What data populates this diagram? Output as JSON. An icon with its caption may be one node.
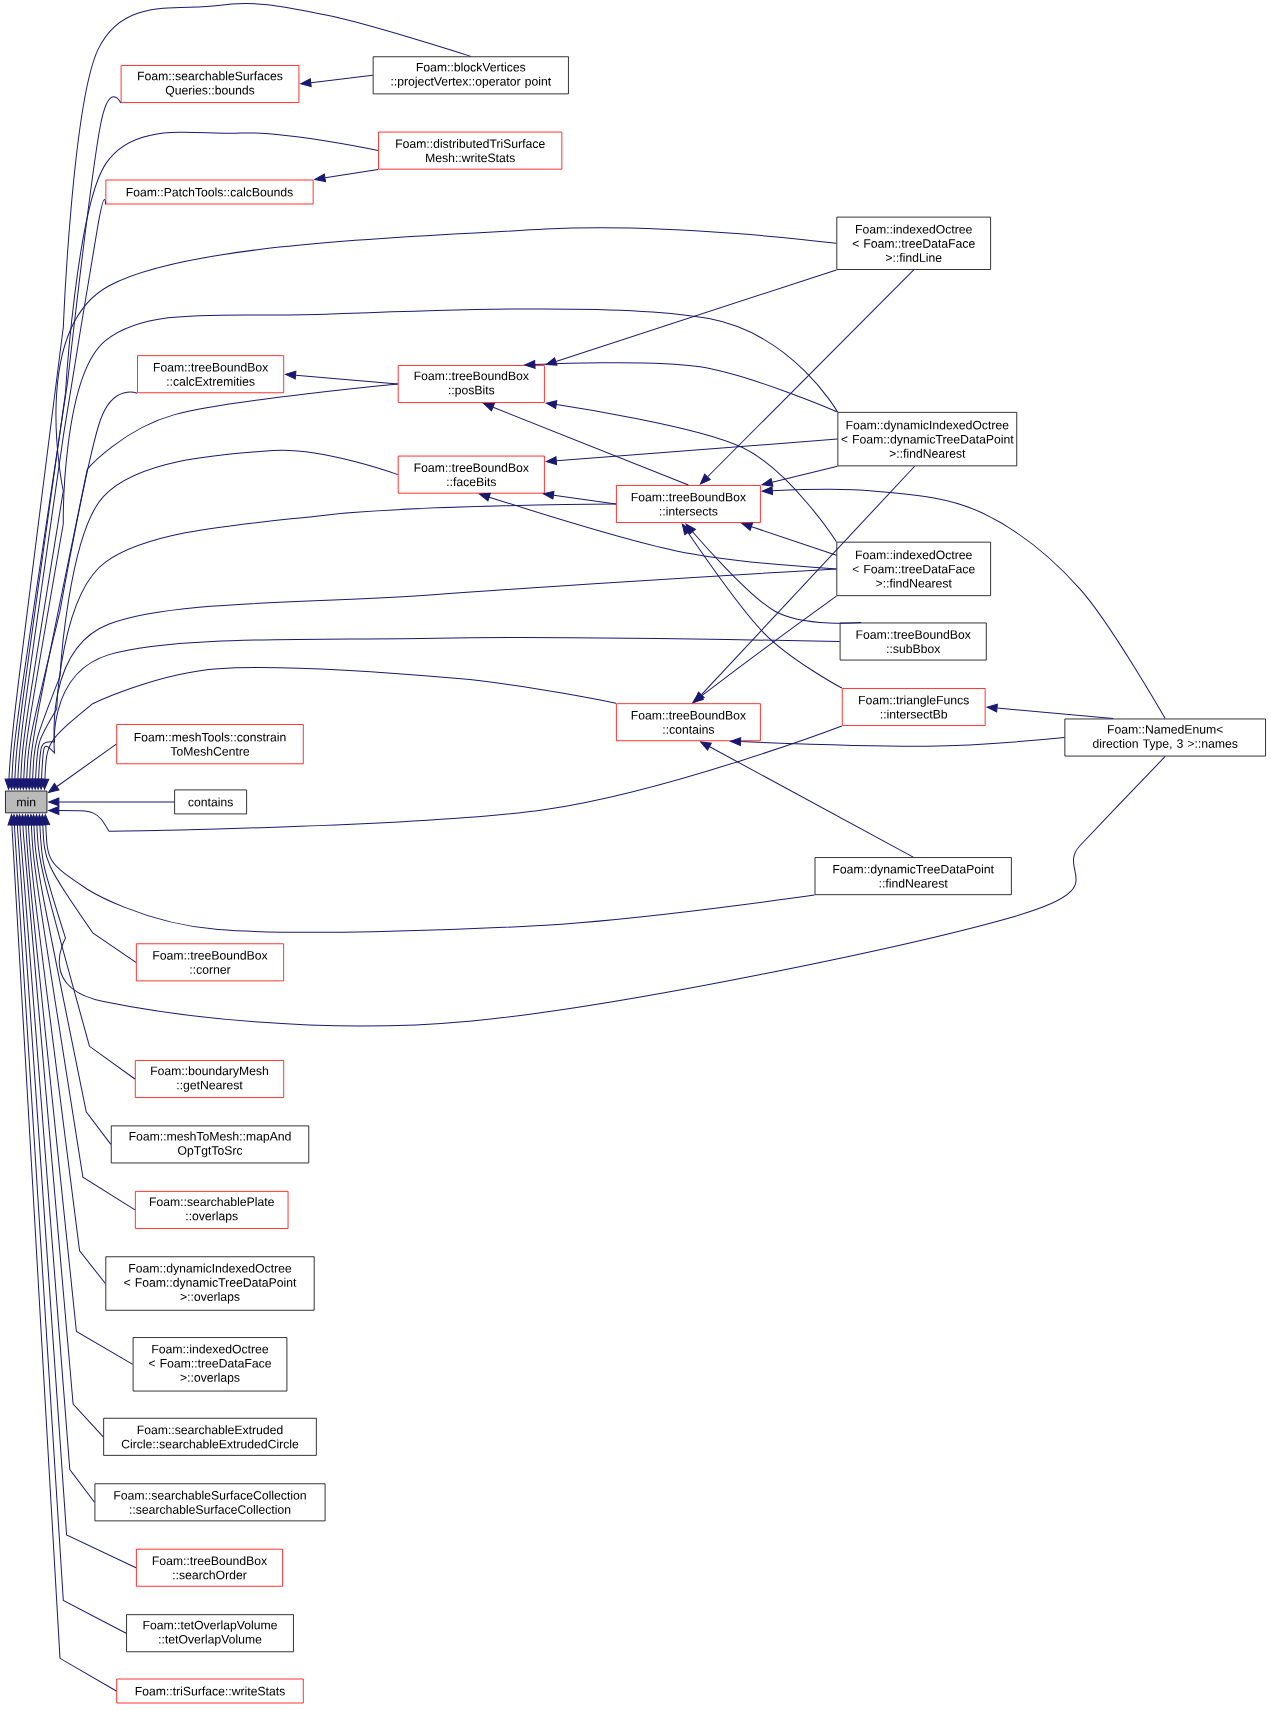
{
  "diagram": {
    "nodes": [
      {
        "text": [
          "min"
        ]
      },
      {
        "text": [
          "Foam::searchableSurfaces Queries::bounds"
        ]
      },
      {
        "text": [
          "Foam::blockVertices ::projectVertex::operator point"
        ]
      },
      {
        "text": [
          "Foam::distributedTriSurface Mesh::writeStats"
        ]
      },
      {
        "text": [
          "Foam::PatchTools::calcBounds"
        ]
      },
      {
        "text": [
          "Foam::indexedOctree < Foam::treeDataFace >::findLine"
        ]
      },
      {
        "text": [
          "Foam::treeBoundBox ::calcExtremities"
        ]
      },
      {
        "text": [
          "Foam::treeBoundBox ::posBits"
        ]
      },
      {
        "text": [
          "Foam::dynamicIndexedOctree < Foam::dynamicTreeDataPoint >::findNearest"
        ]
      },
      {
        "text": [
          "Foam::treeBoundBox ::faceBits"
        ]
      },
      {
        "text": [
          "Foam::treeBoundBox ::intersects"
        ]
      },
      {
        "text": [
          "Foam::indexedOctree < Foam::treeDataFace >::findNearest"
        ]
      },
      {
        "text": [
          "Foam::treeBoundBox ::subBbox"
        ]
      },
      {
        "text": [
          "Foam::treeBoundBox ::contains"
        ]
      },
      {
        "text": [
          "Foam::triangleFuncs ::intersectBb"
        ]
      },
      {
        "text": [
          "Foam::NamedEnum< direction Type, 3 >::names"
        ]
      },
      {
        "text": [
          "Foam::meshTools::constrain ToMeshCentre"
        ]
      },
      {
        "text": [
          "contains"
        ]
      },
      {
        "text": [
          "Foam::dynamicTreeDataPoint ::findNearest"
        ]
      },
      {
        "text": [
          "Foam::treeBoundBox ::corner"
        ]
      },
      {
        "text": [
          "Foam::boundaryMesh ::getNearest"
        ]
      },
      {
        "text": [
          "Foam::meshToMesh::mapAnd OpTgtToSrc"
        ]
      },
      {
        "text": [
          "Foam::searchablePlate ::overlaps"
        ]
      },
      {
        "text": [
          "Foam::dynamicIndexedOctree < Foam::dynamicTreeDataPoint >::overlaps"
        ]
      },
      {
        "text": [
          "Foam::indexedOctree < Foam::treeDataFace >::overlaps"
        ]
      },
      {
        "text": [
          "Foam::searchableExtruded Circle::searchableExtrudedCircle"
        ]
      },
      {
        "text": [
          "Foam::searchableSurfaceCollection ::searchableSurfaceCollection"
        ]
      },
      {
        "text": [
          "Foam::treeBoundBox ::searchOrder"
        ]
      },
      {
        "text": [
          "Foam::tetOverlapVolume ::tetOverlapVolume"
        ]
      },
      {
        "text": [
          "Foam::triSurface::writeStats"
        ]
      }
    ],
    "edges": [
      {
        "from": 1,
        "to": 0,
        "arrow": "to"
      },
      {
        "from": 2,
        "to": 0,
        "arrow": "to"
      },
      {
        "from": 3,
        "to": 0,
        "arrow": "to"
      },
      {
        "from": 4,
        "to": 0,
        "arrow": "to"
      },
      {
        "from": 5,
        "to": 0,
        "arrow": "to"
      },
      {
        "from": 6,
        "to": 0,
        "arrow": "to"
      },
      {
        "from": 7,
        "to": 0,
        "arrow": "to"
      },
      {
        "from": 8,
        "to": 0,
        "arrow": "to"
      },
      {
        "from": 9,
        "to": 0,
        "arrow": "to"
      },
      {
        "from": 10,
        "to": 0,
        "arrow": "to"
      },
      {
        "from": 11,
        "to": 0,
        "arrow": "to"
      },
      {
        "from": 12,
        "to": 0,
        "arrow": "to"
      },
      {
        "from": 13,
        "to": 0,
        "arrow": "to"
      },
      {
        "from": 14,
        "to": 0,
        "arrow": "to"
      },
      {
        "from": 15,
        "to": 0,
        "arrow": "to"
      },
      {
        "from": 16,
        "to": 0,
        "arrow": "to"
      },
      {
        "from": 17,
        "to": 0,
        "arrow": "to"
      },
      {
        "from": 18,
        "to": 0,
        "arrow": "to"
      },
      {
        "from": 19,
        "to": 0,
        "arrow": "to"
      },
      {
        "from": 20,
        "to": 0,
        "arrow": "to"
      },
      {
        "from": 21,
        "to": 0,
        "arrow": "to"
      },
      {
        "from": 22,
        "to": 0,
        "arrow": "to"
      },
      {
        "from": 23,
        "to": 0,
        "arrow": "to"
      },
      {
        "from": 24,
        "to": 0,
        "arrow": "to"
      },
      {
        "from": 25,
        "to": 0,
        "arrow": "to"
      },
      {
        "from": 26,
        "to": 0,
        "arrow": "to"
      },
      {
        "from": 27,
        "to": 0,
        "arrow": "to"
      },
      {
        "from": 28,
        "to": 0,
        "arrow": "to"
      },
      {
        "from": 29,
        "to": 0,
        "arrow": "to"
      },
      {
        "from": 2,
        "to": 1,
        "arrow": "to"
      },
      {
        "from": 3,
        "to": 4,
        "arrow": "to"
      },
      {
        "from": 7,
        "to": 6,
        "arrow": "to"
      },
      {
        "from": 5,
        "to": 7,
        "arrow": "to"
      },
      {
        "from": 8,
        "to": 7,
        "arrow": "to"
      },
      {
        "from": 11,
        "to": 7,
        "arrow": "to"
      },
      {
        "from": 10,
        "to": 7,
        "arrow": "to"
      },
      {
        "from": 8,
        "to": 9,
        "arrow": "to"
      },
      {
        "from": 10,
        "to": 9,
        "arrow": "to"
      },
      {
        "from": 11,
        "to": 9,
        "arrow": "to"
      },
      {
        "from": 5,
        "to": 10,
        "arrow": "to"
      },
      {
        "from": 8,
        "to": 10,
        "arrow": "to"
      },
      {
        "from": 15,
        "to": 10,
        "arrow": "to"
      },
      {
        "from": 11,
        "to": 10,
        "arrow": "to"
      },
      {
        "from": 12,
        "to": 10,
        "arrow": "to"
      },
      {
        "from": 14,
        "to": 10,
        "arrow": "to"
      },
      {
        "from": 8,
        "to": 13,
        "arrow": "to"
      },
      {
        "from": 11,
        "to": 13,
        "arrow": "to"
      },
      {
        "from": 15,
        "to": 13,
        "arrow": "to"
      },
      {
        "from": 18,
        "to": 13,
        "arrow": "to"
      },
      {
        "from": 15,
        "to": 14,
        "arrow": "to"
      }
    ]
  }
}
